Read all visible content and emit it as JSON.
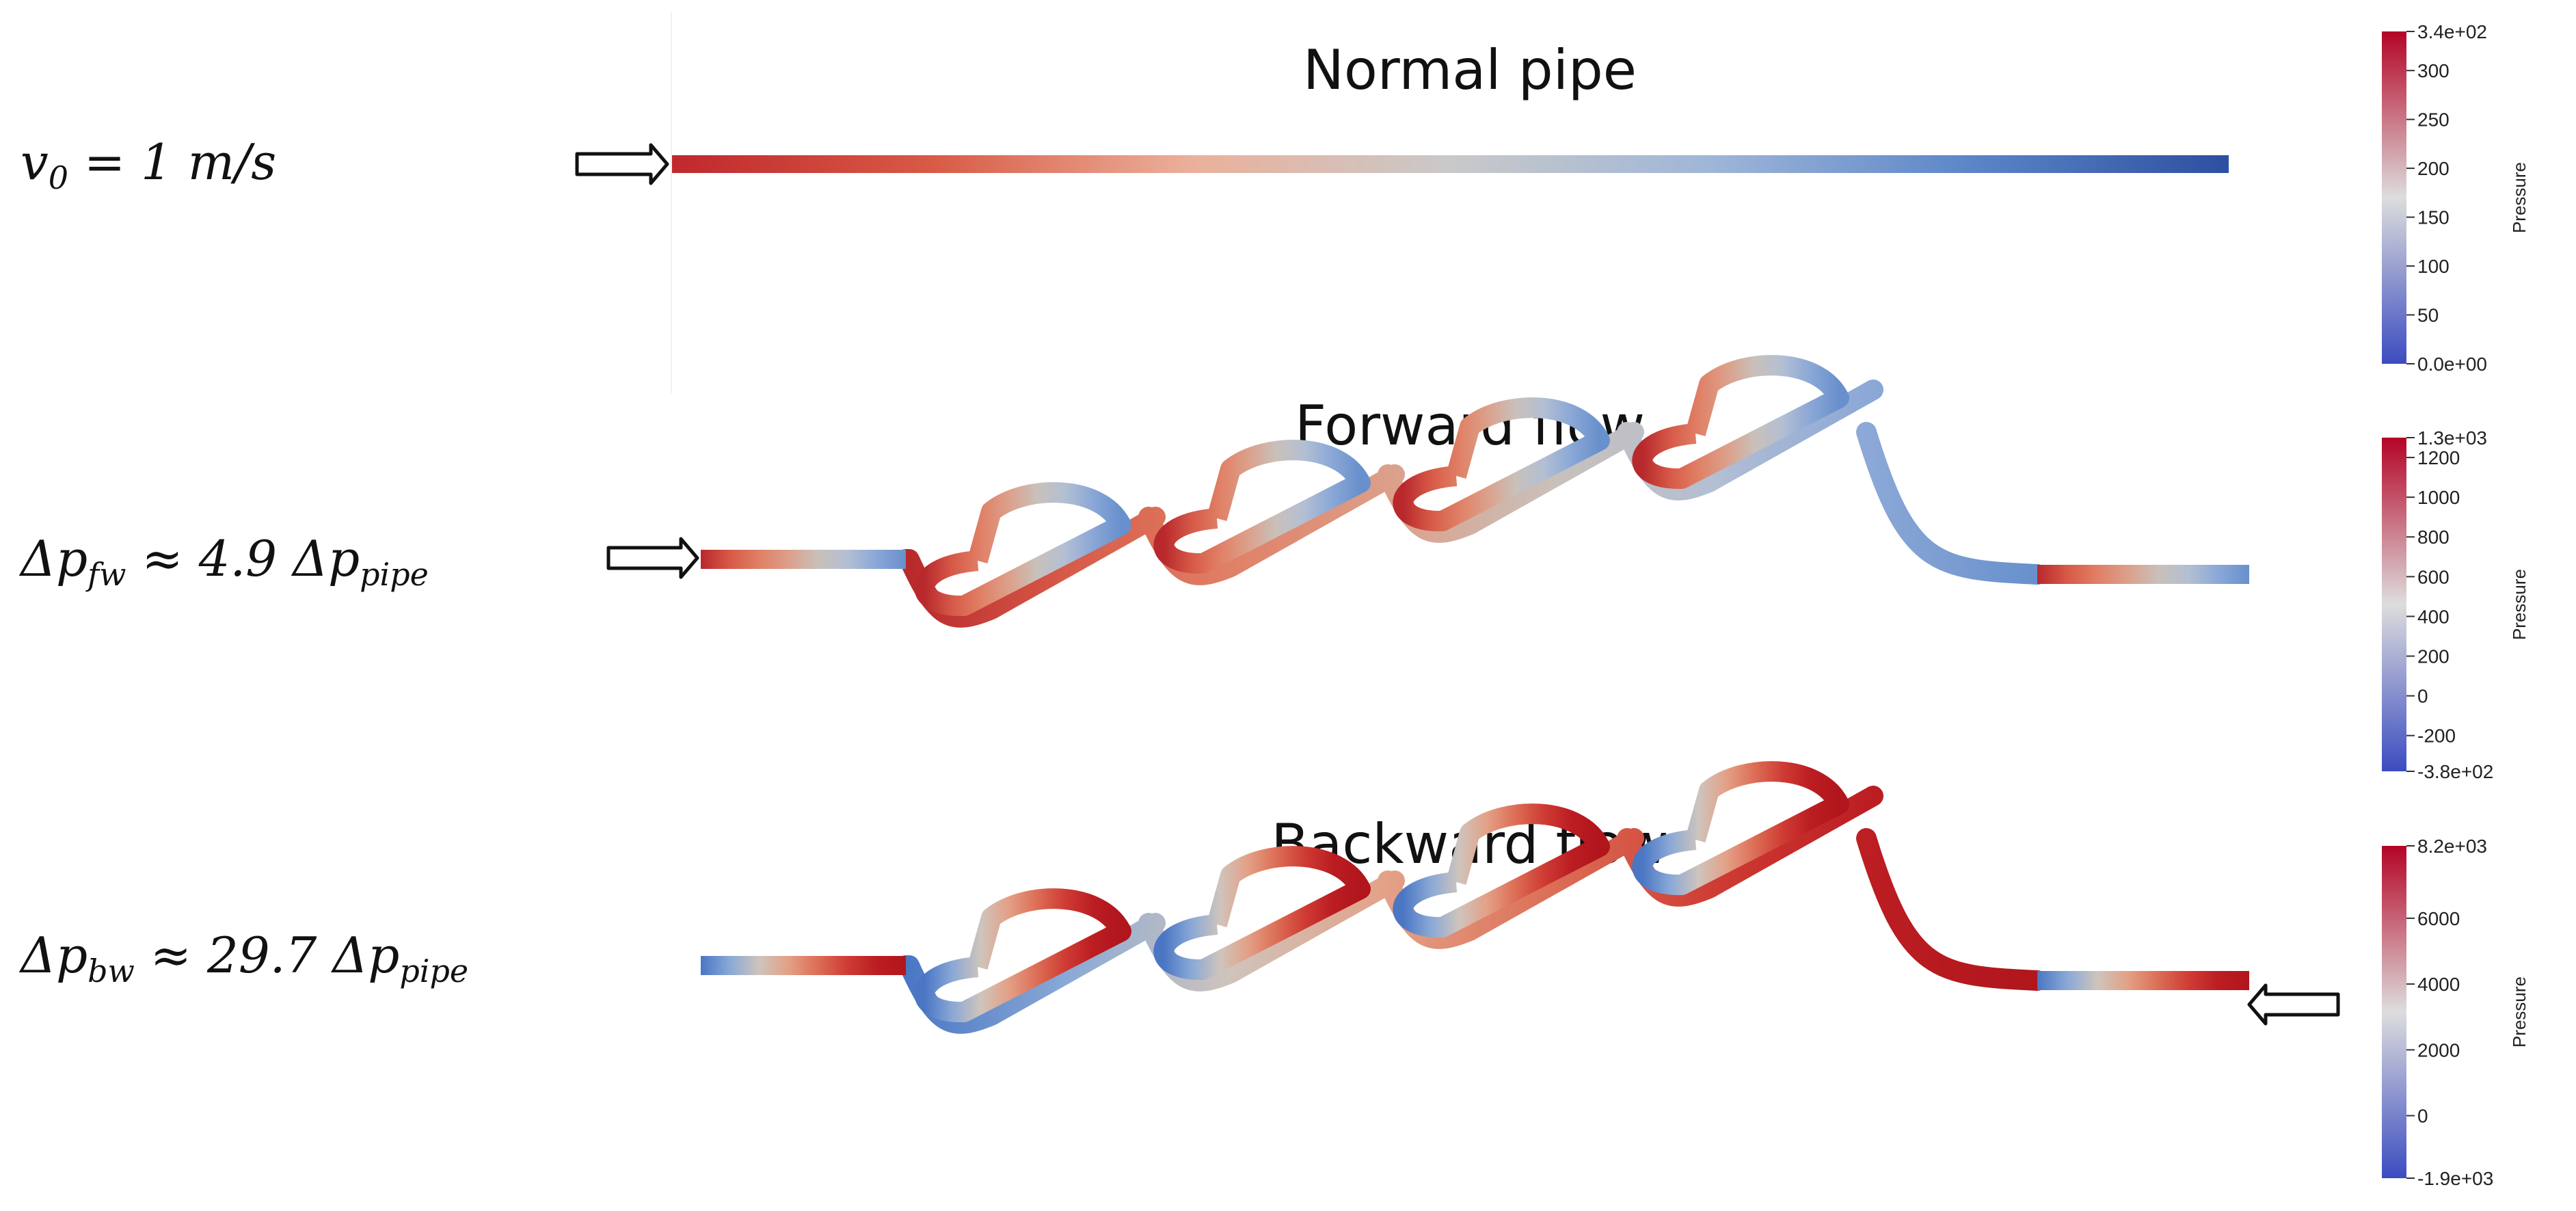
{
  "left_labels": [
    {
      "main": "v",
      "sub": "0",
      "rest": " = 1 m/s"
    },
    {
      "main": "Δp",
      "sub": "fw",
      "rest": " ≈ 4.9 Δp",
      "sub2": "pipe"
    },
    {
      "main": "Δp",
      "sub": "bw",
      "rest": " ≈ 29.7 Δp",
      "sub2": "pipe"
    }
  ],
  "panels": [
    {
      "title": "Normal pipe",
      "arrow_side": "left",
      "gradient": [
        "#c0282d",
        "#d85a45",
        "#ebb09a",
        "#c9c9c9",
        "#9fb6d8",
        "#5c86c8",
        "#2d4fa0"
      ],
      "colorbar": {
        "title": "Pressure",
        "max_label": "3.4e+02",
        "min_label": "0.0e+00",
        "range": [
          0,
          340
        ],
        "ticks": [
          "300",
          "250",
          "200",
          "150",
          "100",
          "50"
        ],
        "tick_values": [
          300,
          250,
          200,
          150,
          100,
          50
        ]
      }
    },
    {
      "title": "Forward flow",
      "arrow_side": "left",
      "gradient": [
        "#b8282c",
        "#d75a48",
        "#e08066",
        "#dca08a",
        "#c9c0ba",
        "#b3bfd3",
        "#8aa7d6",
        "#6890cc"
      ],
      "colorbar": {
        "title": "Pressure",
        "max_label": "1.3e+03",
        "min_label": "-3.8e+02",
        "range": [
          -380,
          1300
        ],
        "ticks": [
          "1200",
          "1000",
          "800",
          "600",
          "400",
          "200",
          "0",
          "-200"
        ],
        "tick_values": [
          1200,
          1000,
          800,
          600,
          400,
          200,
          0,
          -200
        ]
      }
    },
    {
      "title": "Backward flow",
      "arrow_side": "right",
      "gradient": [
        "#4a76c4",
        "#8aa9d6",
        "#cfc4bc",
        "#e3a086",
        "#dc6e56",
        "#cf3c34",
        "#bb1d22",
        "#b0161c"
      ],
      "colorbar": {
        "title": "Pressure",
        "max_label": "8.2e+03",
        "min_label": "-1.9e+03",
        "range": [
          -1900,
          8200
        ],
        "ticks": [
          "6000",
          "4000",
          "2000",
          "0"
        ],
        "tick_values": [
          6000,
          4000,
          2000,
          0
        ]
      }
    }
  ],
  "colors": {
    "cmap_top": "#b40426",
    "cmap_mid": "#dddddd",
    "cmap_bottom": "#3b4cc0",
    "arrow_outline": "#111111"
  }
}
